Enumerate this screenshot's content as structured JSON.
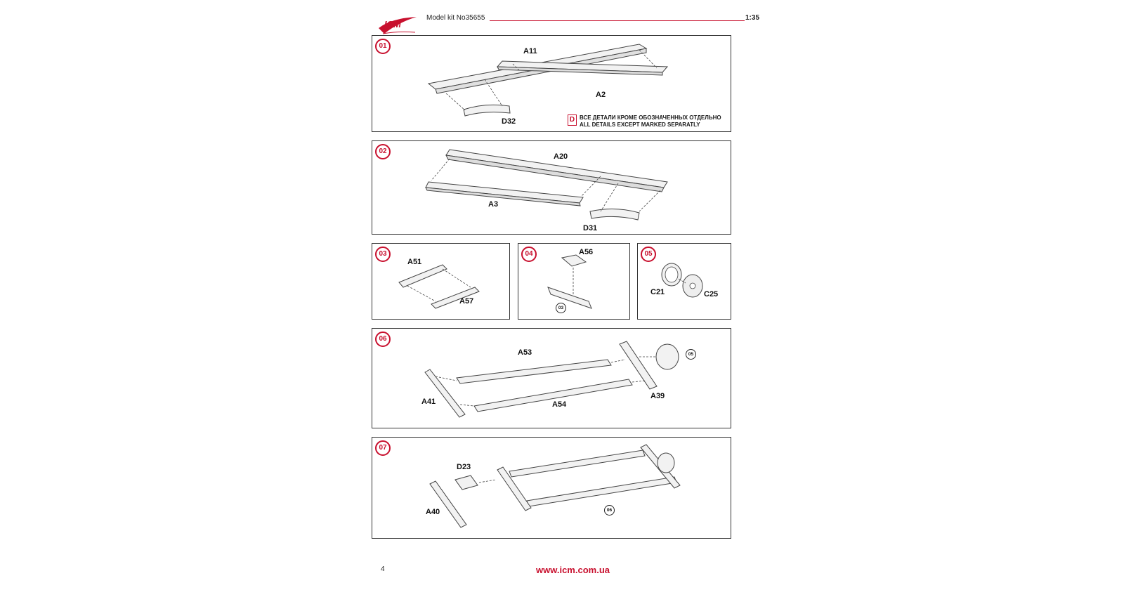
{
  "header": {
    "brand": "ICM",
    "model": "Model kit No35655",
    "scale": "1:35"
  },
  "colors": {
    "accent": "#c8102e",
    "ink": "#333333"
  },
  "steps": [
    {
      "number": "01",
      "parts": [
        "A11",
        "A2",
        "D32"
      ],
      "note_letter": "D",
      "note_ru": "ВСЕ ДЕТАЛИ КРОМЕ ОБОЗНАЧЕННЫХ ОТДЕЛЬНО",
      "note_en": "ALL DETAILS EXCEPT MARKED SEPARATLY"
    },
    {
      "number": "02",
      "parts": [
        "A20",
        "A3",
        "D31"
      ]
    },
    {
      "number": "03",
      "parts": [
        "A51",
        "A57"
      ]
    },
    {
      "number": "04",
      "parts": [
        "A56"
      ],
      "ref": "03"
    },
    {
      "number": "05",
      "parts": [
        "C21",
        "C25"
      ]
    },
    {
      "number": "06",
      "parts": [
        "A53",
        "A41",
        "A54",
        "A39"
      ],
      "ref": "05"
    },
    {
      "number": "07",
      "parts": [
        "D23",
        "A40"
      ],
      "ref": "06"
    }
  ],
  "footer": {
    "page_number": "4",
    "url": "www.icm.com.ua"
  }
}
